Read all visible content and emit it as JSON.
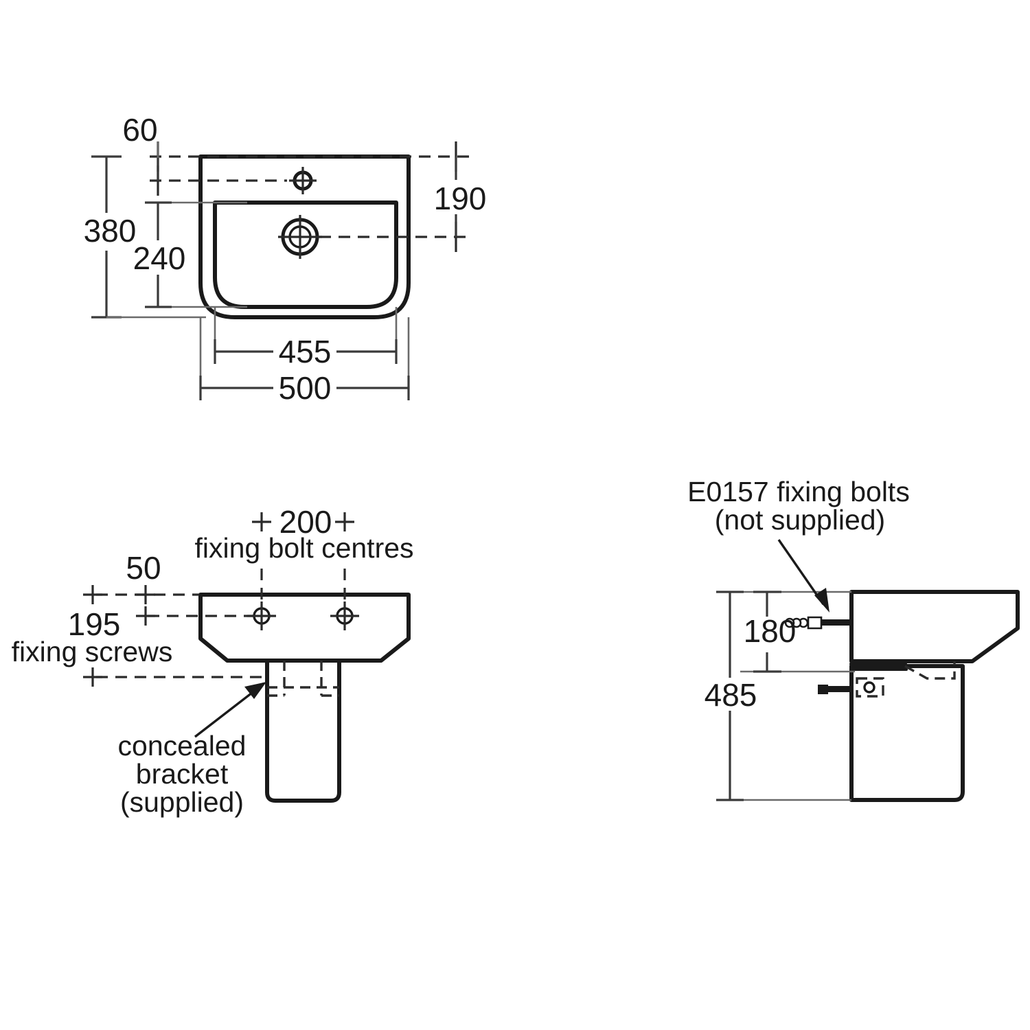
{
  "drawing": {
    "title": "Basin and semi-pedestal dimensional drawing",
    "units": "mm"
  },
  "top_view": {
    "name": "plan-view",
    "dimensions": {
      "depth_overall": "380",
      "depth_front_lip": "60",
      "bowl_depth": "240",
      "tap_to_rear": "190",
      "bowl_width": "455",
      "overall_width": "500"
    }
  },
  "front_view": {
    "name": "front-elevation",
    "dimensions": {
      "bolt_centres": "200",
      "bolt_centres_label": "fixing bolt centres",
      "offset_top": "50",
      "screw_spacing": "195",
      "screw_spacing_label": "fixing screws"
    },
    "callout": {
      "line1": "concealed",
      "line2": "bracket",
      "line3": "(supplied)"
    }
  },
  "side_view": {
    "name": "side-elevation",
    "dimensions": {
      "bolt_height": "180",
      "overall_height": "485"
    },
    "callout": {
      "line1": "E0157 fixing bolts",
      "line2": "(not supplied)"
    }
  },
  "colors": {
    "line": "#1a1a1a",
    "dim": "#3a3a3a",
    "background": "#ffffff"
  }
}
